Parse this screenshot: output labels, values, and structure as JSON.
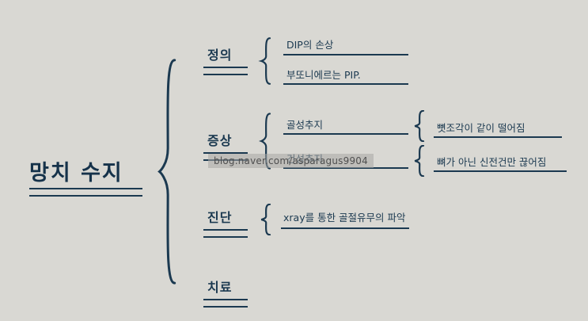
{
  "colors": {
    "background": "#d9d8d3",
    "ink": "#1b3950"
  },
  "watermark": "blog.naver.com/asparagus9904",
  "root": {
    "label": "망치 수지"
  },
  "branches": [
    {
      "label": "정의",
      "children": [
        {
          "label": "DIP의 손상",
          "children": []
        },
        {
          "label": "부또니에르는 PIP.",
          "children": []
        }
      ]
    },
    {
      "label": "증상",
      "children": [
        {
          "label": "골성추지",
          "children": [
            {
              "label": "뼛조각이 같이 떨어짐"
            }
          ]
        },
        {
          "label": "건성추지",
          "children": [
            {
              "label": "뼈가 아닌 신전건만 끊어짐"
            }
          ]
        }
      ]
    },
    {
      "label": "진단",
      "children": [
        {
          "label": "xray를 통한 골절유무의 파악",
          "children": []
        }
      ]
    },
    {
      "label": "치료",
      "children": []
    }
  ]
}
